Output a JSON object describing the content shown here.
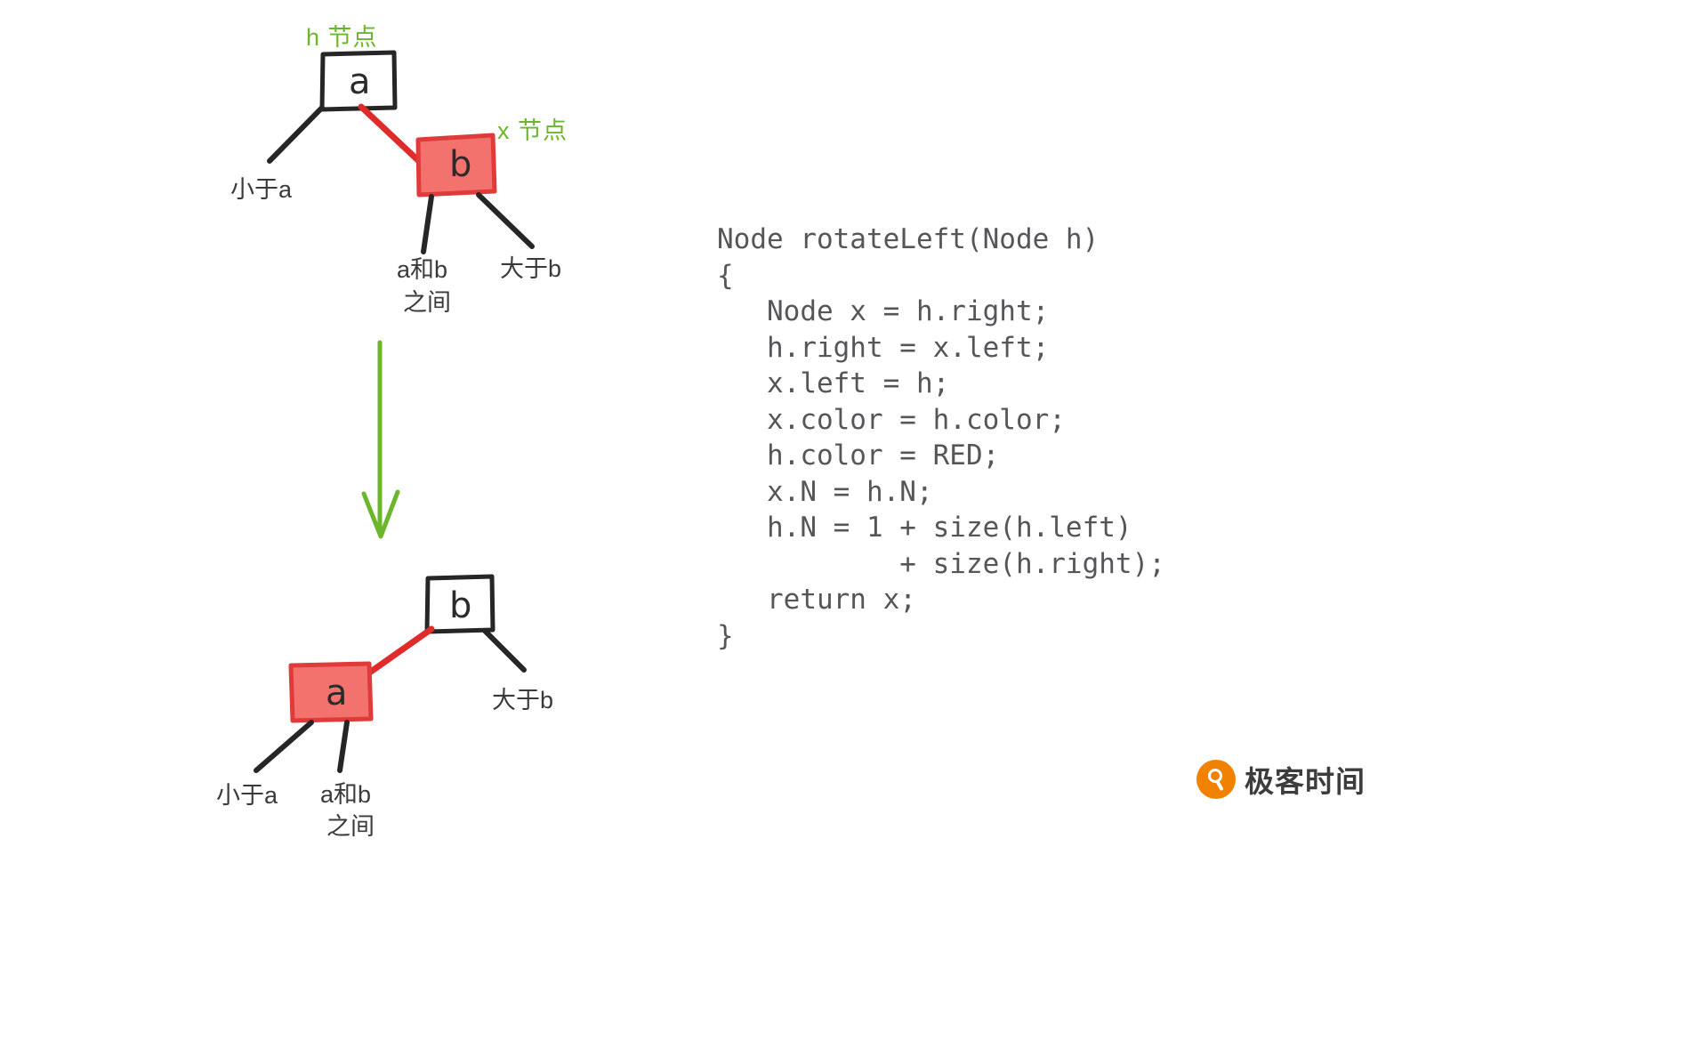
{
  "diagram": {
    "title_semantic": "red-black-tree-rotate-left-illustration",
    "colors": {
      "red_node_fill": "#f4726e",
      "red_node_stroke": "#e03b3b",
      "red_link": "#e02b2b",
      "black_link": "#262626",
      "node_stroke": "#262626",
      "green_label": "#6cb62b",
      "green_arrow": "#6cb62b",
      "text": "#3a3a3a",
      "code_text": "#545659",
      "background": "#ffffff"
    },
    "before": {
      "caption_h": "h 节点",
      "caption_x": "x 节点",
      "nodes": [
        {
          "key": "a",
          "color": "black"
        },
        {
          "key": "b",
          "color": "red"
        }
      ],
      "annotations": [
        {
          "text": "小于a"
        },
        {
          "text": "a和b"
        },
        {
          "text": "之间"
        },
        {
          "text": "大于b"
        }
      ]
    },
    "arrow": {
      "direction": "down",
      "color": "#6cb62b"
    },
    "after": {
      "nodes": [
        {
          "key": "b",
          "color": "black"
        },
        {
          "key": "a",
          "color": "red"
        }
      ],
      "annotations": [
        {
          "text": "大于b"
        },
        {
          "text": "小于a"
        },
        {
          "text": "a和b"
        },
        {
          "text": "之间"
        }
      ]
    }
  },
  "code": {
    "language": "java",
    "lines": [
      "Node rotateLeft(Node h)",
      "{",
      "   Node x = h.right;",
      "   h.right = x.left;",
      "   x.left = h;",
      "   x.color = h.color;",
      "   h.color = RED;",
      "   x.N = h.N;",
      "   h.N = 1 + size(h.left)",
      "           + size(h.right);",
      "   return x;",
      "}"
    ],
    "text": "Node rotateLeft(Node h)\n{\n   Node x = h.right;\n   h.right = x.left;\n   x.left = h;\n   x.color = h.color;\n   h.color = RED;\n   x.N = h.N;\n   h.N = 1 + size(h.left)\n           + size(h.right);\n   return x;\n}"
  },
  "watermark": {
    "brand": "极客时间",
    "mark": "geekbang-logo-icon"
  }
}
